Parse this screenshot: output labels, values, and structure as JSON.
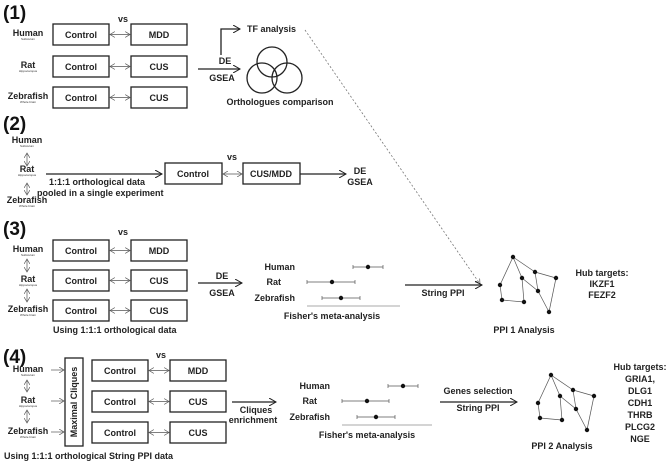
{
  "panels": {
    "p1": {
      "label": "(1)",
      "vs": "vs",
      "de": "DE",
      "gsea": "GSEA",
      "tf": "TF analysis",
      "venn_caption": "Orthologues comparison"
    },
    "p2": {
      "label": "(2)",
      "vs": "vs",
      "note1": "1:1:1 orthological data",
      "note2": "pooled in a single experiment",
      "control": "Control",
      "case": "CUS/MDD",
      "de": "DE",
      "gsea": "GSEA"
    },
    "p3": {
      "label": "(3)",
      "vs": "vs",
      "footer": "Using 1:1:1 orthological data",
      "de": "DE",
      "gsea": "GSEA",
      "meta": "Fisher's meta-analysis",
      "ppi_arrow": "String PPI",
      "ppi_caption": "PPI 1 Analysis",
      "hub_title": "Hub targets:",
      "hubs": [
        "IKZF1",
        "FEZF2"
      ]
    },
    "p4": {
      "label": "(4)",
      "vs": "vs",
      "cliques_box": "Maximal Cliques",
      "footer": "Using 1:1:1 orthological String PPI data",
      "enrich1": "Cliques",
      "enrich2": "enrichment",
      "meta": "Fisher's meta-analysis",
      "sel": "Genes selection",
      "ppi_arrow": "String PPI",
      "ppi_caption": "PPI 2 Analysis",
      "hub_title": "Hub targets:",
      "hubs": [
        "GRIA1,",
        "DLG1",
        "CDH1",
        "THRB",
        "PLCG2",
        "NGE"
      ]
    }
  },
  "species": [
    {
      "name": "Human",
      "tissue": "Subiculum",
      "control": "Control",
      "case": "MDD"
    },
    {
      "name": "Rat",
      "tissue": "Hippocampus",
      "control": "Control",
      "case": "CUS"
    },
    {
      "name": "Zebrafish",
      "tissue": "Whole brain",
      "control": "Control",
      "case": "CUS"
    }
  ]
}
